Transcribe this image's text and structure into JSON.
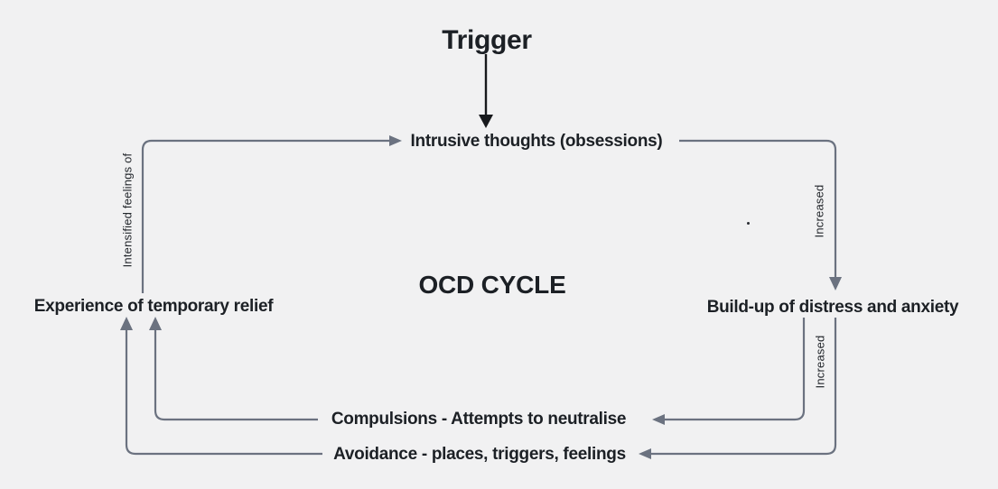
{
  "diagram": {
    "title": "OCD CYCLE",
    "nodes": {
      "trigger": "Trigger",
      "intrusive_thoughts": "Intrusive thoughts (obsessions)",
      "buildup": "Build-up of distress and anxiety",
      "compulsions": "Compulsions - Attempts to neutralise",
      "avoidance": "Avoidance - places, triggers, feelings",
      "temporary_relief": "Experience of temporary relief"
    },
    "edge_labels": {
      "intensified_feelings": "Intensified feelings of",
      "increased_top": "Increased",
      "increased_bottom": "Increased"
    },
    "stray_dot": ".",
    "colors": {
      "background": "#f1f1f2",
      "line": "#6b7280",
      "text": "#1c2025",
      "trigger_arrow": "#17191c"
    }
  }
}
